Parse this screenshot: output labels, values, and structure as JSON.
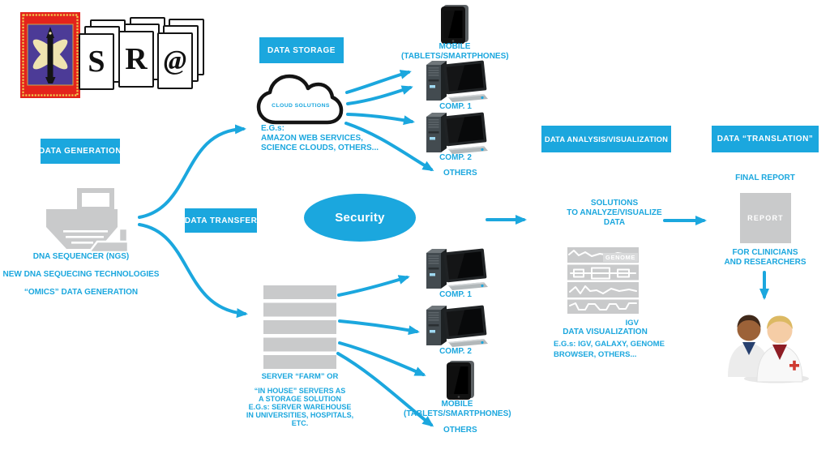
{
  "colors": {
    "accent": "#1BA7DE",
    "icon_gray": "#C9CACB"
  },
  "logo": {
    "cards": [
      "S",
      "R",
      "@"
    ]
  },
  "generation": {
    "label": "DATA GENERATION",
    "lines": [
      "DNA SEQUENCER (NGS)",
      "NEW DNA SEQUECING TECHNOLOGIES",
      "“OMICS” DATA GENERATION"
    ]
  },
  "transfer": {
    "label": "DATA TRANSFER"
  },
  "storage": {
    "label": "DATA STORAGE",
    "cloud_label": "CLOUD SOLUTIONS",
    "eg": [
      "E.G.s:",
      "AMAZON WEB SERVICES,",
      "SCIENCE CLOUDS, OTHERS..."
    ]
  },
  "security": {
    "label": "Security"
  },
  "top_devices": {
    "mobile_line1": "MOBILE",
    "mobile_line2": "(TABLETS/SMARTPHONES)",
    "comp1": "COMP. 1",
    "comp2": "COMP. 2",
    "others": "OTHERS"
  },
  "server": {
    "title": "SERVER “FARM” OR",
    "lines": [
      "“IN HOUSE” SERVERS AS",
      "A STORAGE SOLUTION"
    ],
    "eg": [
      "E.G.s: SERVER WAREHOUSE",
      "IN UNIVERSITIES, HOSPITALS,",
      "ETC."
    ]
  },
  "bottom_devices": {
    "comp1": "COMP. 1",
    "comp2": "COMP. 2",
    "mobile_line1": "MOBILE",
    "mobile_line2": "(TABLETS/SMARTPHONES)",
    "others": "OTHERS"
  },
  "analysis": {
    "label": "DATA ANALYSIS/VISUALIZATION",
    "solutions": [
      "SOLUTIONS",
      "TO ANALYZE/VISUALIZE",
      "DATA"
    ],
    "genome_label": "GENOME",
    "igv_caption": "IGV",
    "viz_title": "DATA VISUALIZATION",
    "viz_eg": [
      "E.G.s: IGV, GALAXY, GENOME",
      "BROWSER, OTHERS..."
    ]
  },
  "translation": {
    "label": "DATA “TRANSLATION”",
    "final_report": "FINAL REPORT",
    "report_box": "REPORT",
    "audience": [
      "FOR CLINICIANS",
      "AND RESEARCHERS"
    ]
  }
}
